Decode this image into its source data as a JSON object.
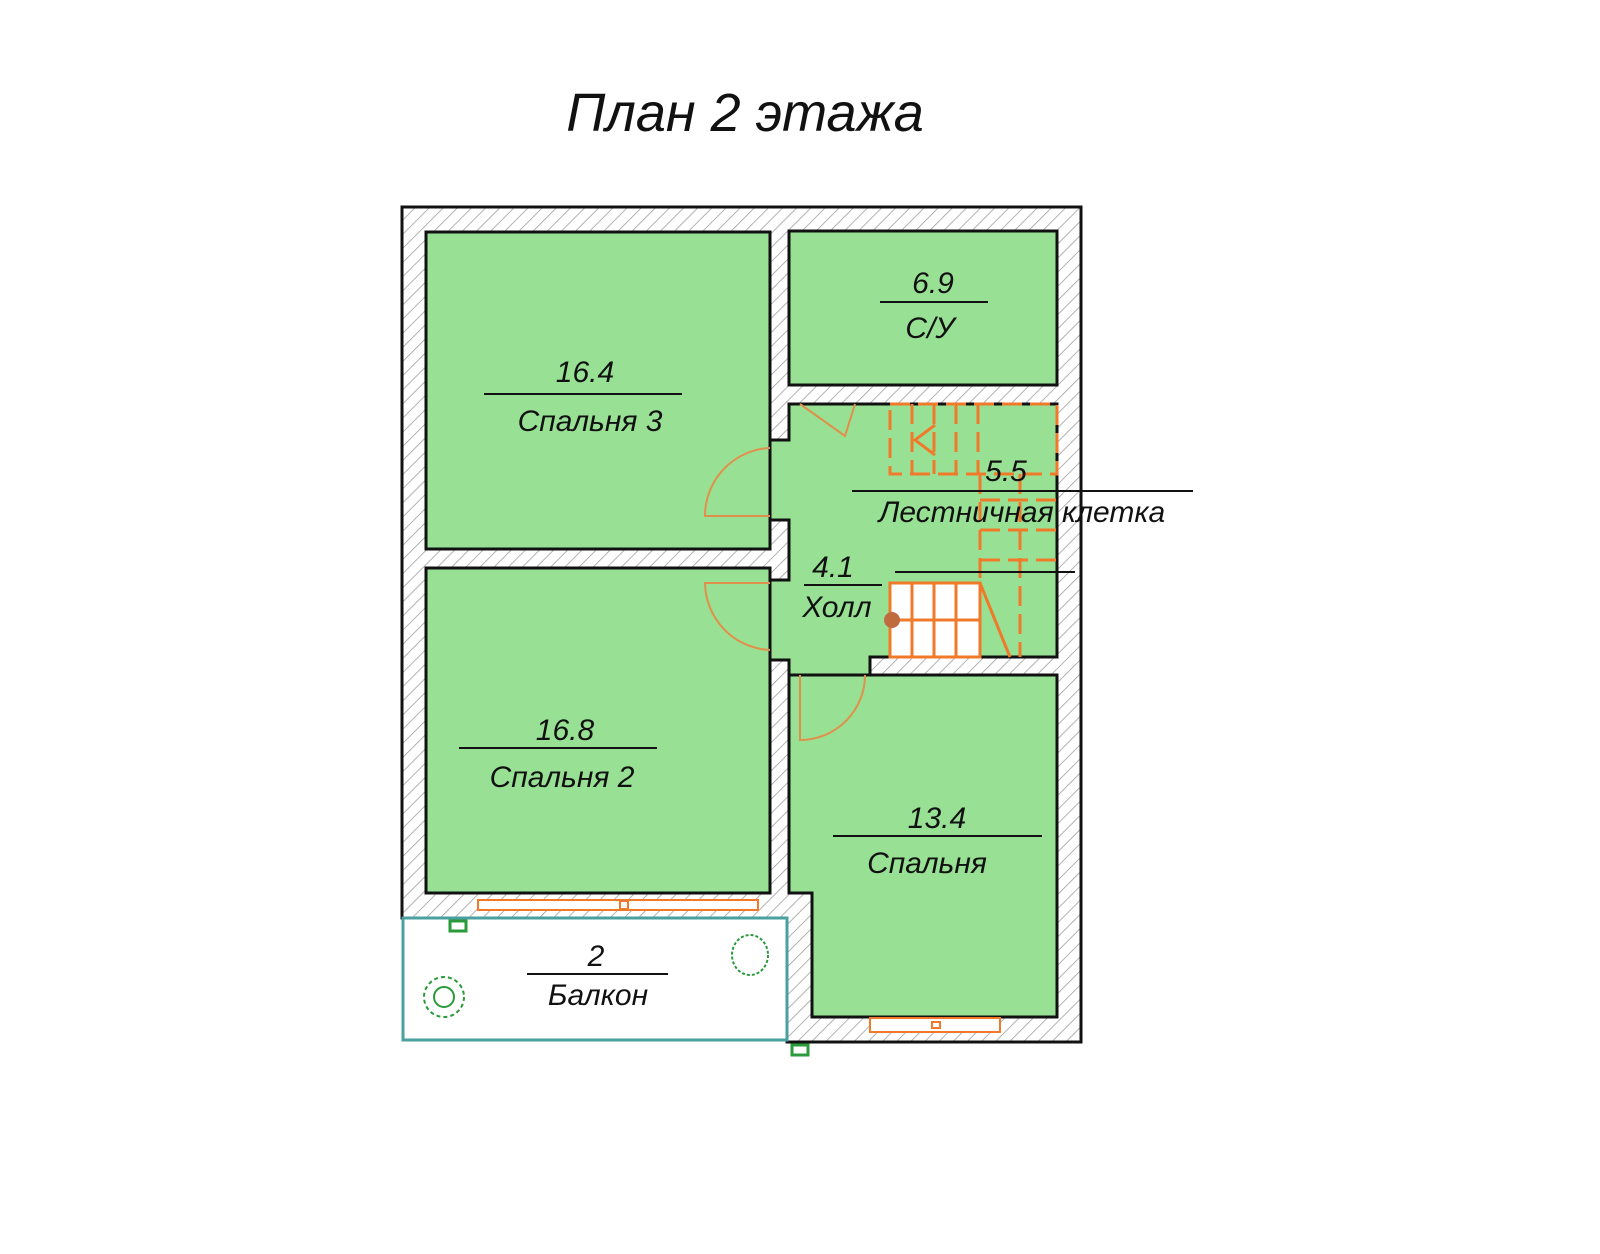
{
  "title": "План 2 этажа",
  "colors": {
    "room": "#98e094",
    "wall_line": "#111111",
    "hatch": "#9a9a9a",
    "stairs": "#f07a2a",
    "plant": "#2a9a3a",
    "balcony_edge": "#4aa0a0"
  },
  "rooms": [
    {
      "area": "16.4",
      "name": "Спальня 3"
    },
    {
      "area": "16.8",
      "name": "Спальня 2"
    },
    {
      "area": "6.9",
      "name": "С/У"
    },
    {
      "area": "5.5",
      "name": "Лестничная клетка"
    },
    {
      "area": "4.1",
      "name": "Холл"
    },
    {
      "area": "13.4",
      "name": "Спальня"
    },
    {
      "area": "2",
      "name": "Балкон"
    }
  ]
}
